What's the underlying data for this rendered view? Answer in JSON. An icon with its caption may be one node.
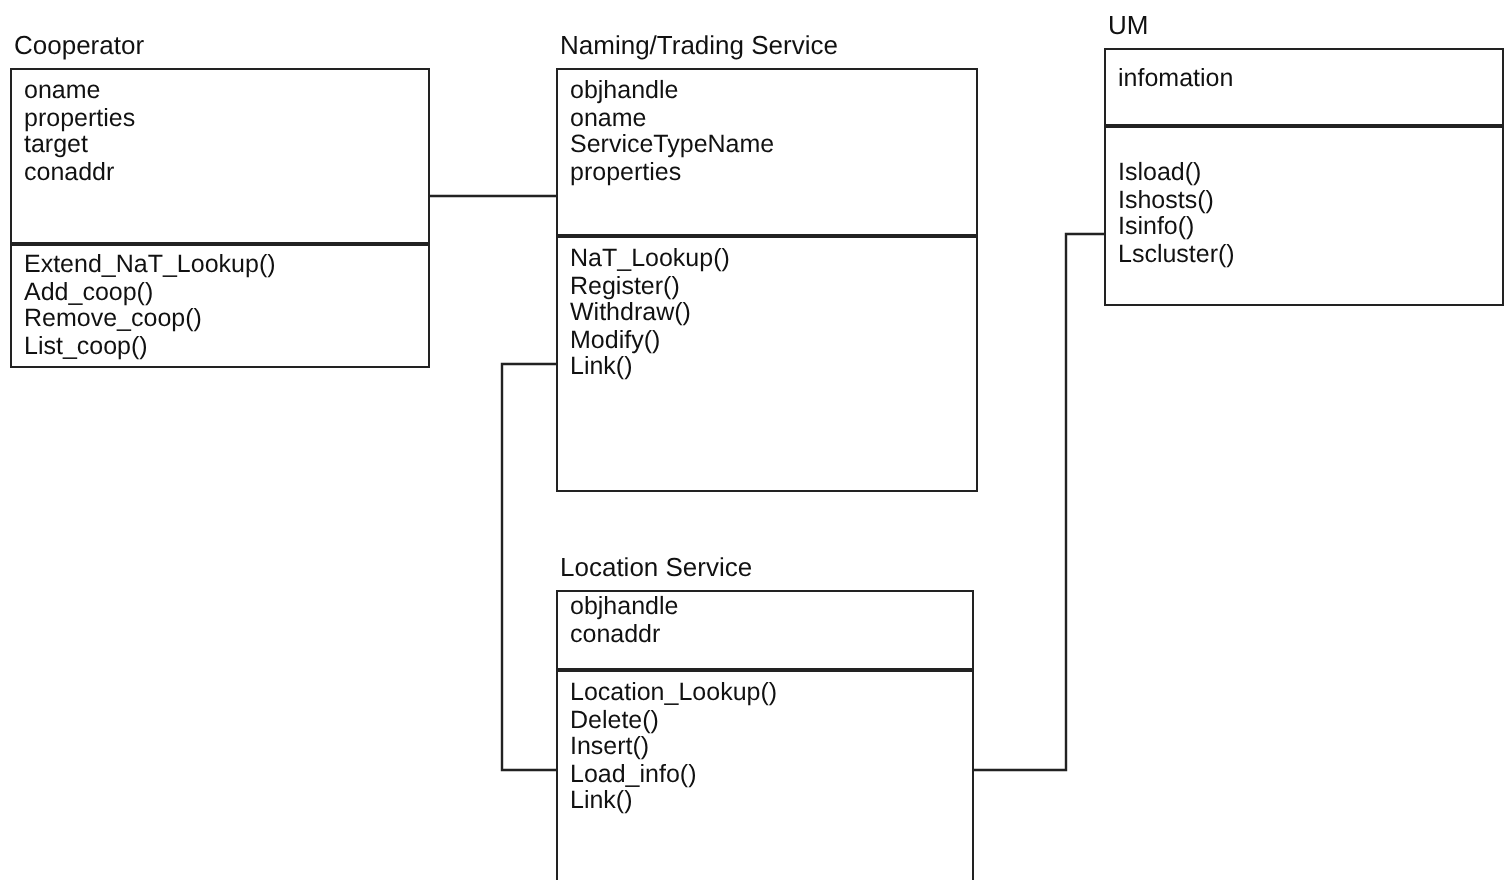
{
  "diagram": {
    "nodes": [
      {
        "text": [
          "Cooperator"
        ]
      },
      {
        "text": [
          "oname",
          "properties",
          "target",
          "conaddr"
        ],
        "in": 0
      },
      {
        "text": [
          "Extend_NaT_Lookup()",
          "Add_coop()",
          "Remove_coop()",
          "List_coop()"
        ],
        "in": 0
      },
      {
        "text": [
          "Naming/Trading Service"
        ]
      },
      {
        "text": [
          "objhandle",
          "oname",
          "ServiceTypeName",
          "properties"
        ],
        "in": 3
      },
      {
        "text": [
          "NaT_Lookup()",
          "Register()",
          "Withdraw()",
          "Modify()",
          "Link()"
        ],
        "in": 3
      },
      {
        "text": [
          "UM"
        ]
      },
      {
        "text": [
          "infomation"
        ],
        "in": 6
      },
      {
        "text": [
          "Isload()",
          "Ishosts()",
          "Isinfo()",
          "Lscluster()"
        ],
        "in": 6
      },
      {
        "text": [
          "Location Service"
        ]
      },
      {
        "text": [
          "objhandle",
          "conaddr"
        ],
        "in": 9
      },
      {
        "text": [
          "Location_Lookup()",
          "Delete()",
          "Insert()",
          "Load_info()",
          "Link()"
        ],
        "in": 9
      }
    ],
    "edges": [
      {
        "from": 0,
        "to": 3,
        "arrow": "none"
      },
      {
        "from": 3,
        "to": 9,
        "arrow": "none"
      },
      {
        "from": 6,
        "to": 9,
        "arrow": "none"
      }
    ]
  }
}
